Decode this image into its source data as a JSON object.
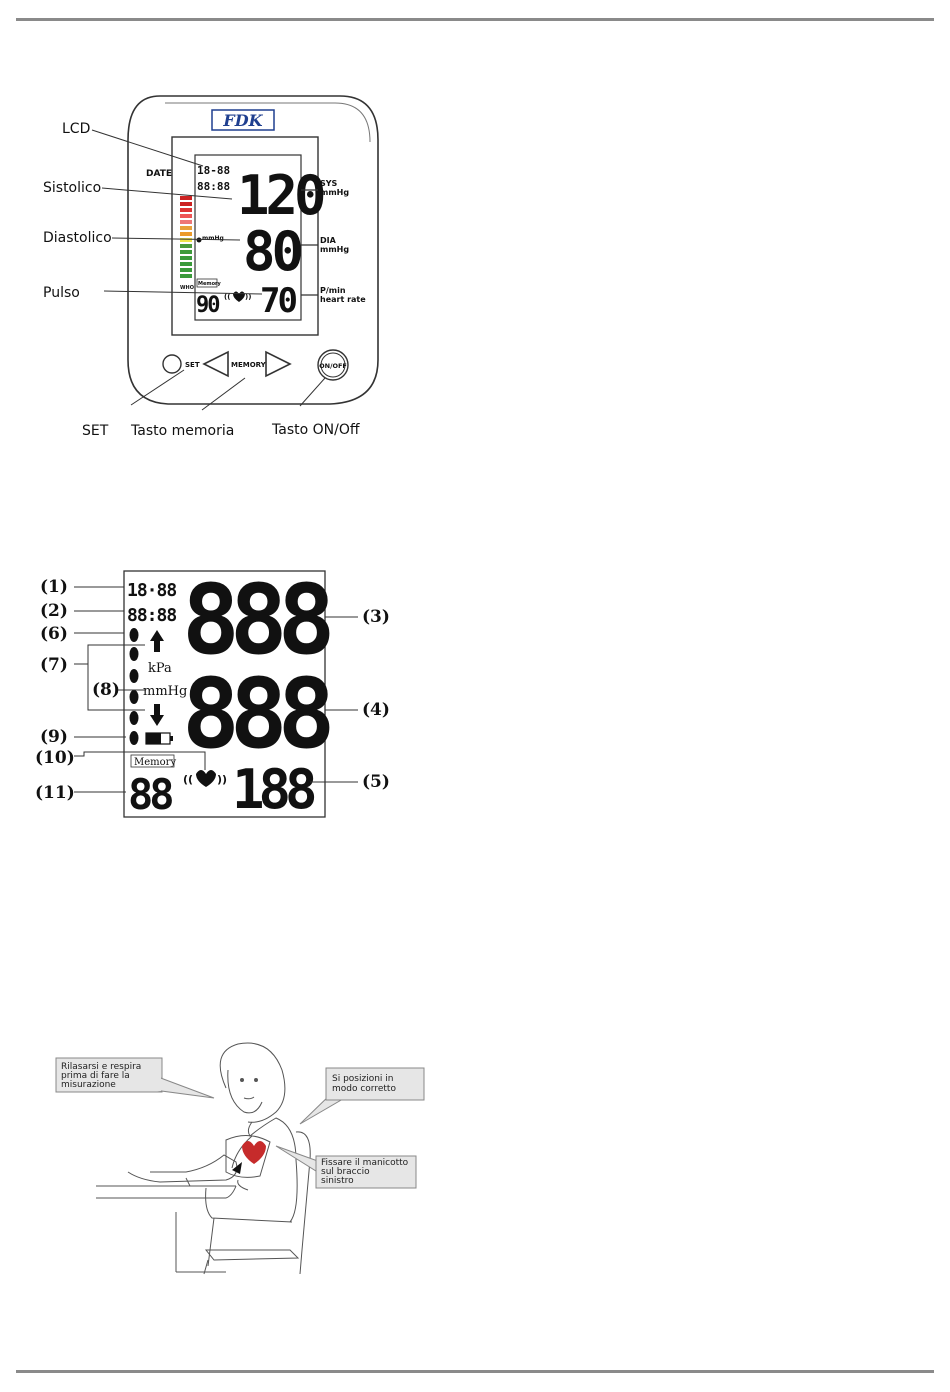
{
  "figure1": {
    "brand": "FDK",
    "callouts": {
      "lcd": "LCD",
      "systolic": "Sistolico",
      "diastolic": "Diastolico",
      "pulse": "Pulso",
      "set": "SET",
      "memory_key": "Tasto memoria",
      "onoff_key": "Tasto ON/Off"
    },
    "lcd": {
      "date_label": "DATE",
      "date_value": "18-88",
      "time_value": "88:88",
      "sys_value": "120",
      "dia_value": "80",
      "pulse_value": "70",
      "memory_label": "Memory",
      "memory_value": "90",
      "sys_unit_1": "SYS",
      "sys_unit_2": "mmHg",
      "dia_unit_1": "DIA",
      "dia_unit_2": "mmHg",
      "pulse_unit_1": "P/min",
      "pulse_unit_2": "heart rate",
      "who_label": "WHO"
    },
    "buttons": {
      "set": "SET",
      "memory": "MEMORY",
      "onoff": "ON/OFF"
    }
  },
  "figure2": {
    "labels": [
      "(1)",
      "(2)",
      "(3)",
      "(4)",
      "(5)",
      "(6)",
      "(7)",
      "(8)",
      "(9)",
      "(10)",
      "(11)"
    ],
    "date_seg": "18·88",
    "time_seg": "88:88",
    "sys_seg": "888",
    "dia_seg": "888",
    "pulse_seg": "188",
    "memory_label": "Memory",
    "memory_seg": "88",
    "unit_kpa": "kPa",
    "unit_mmhg": "mmHg"
  },
  "figure3": {
    "tip_relax": [
      "Rilasarsi e respira",
      "prima di fare la",
      "misurazione"
    ],
    "tip_position": [
      "Si posizioni in",
      "modo corretto"
    ],
    "tip_cuff": [
      "Fissare il manicotto",
      "sul braccio",
      "sinistro"
    ]
  }
}
